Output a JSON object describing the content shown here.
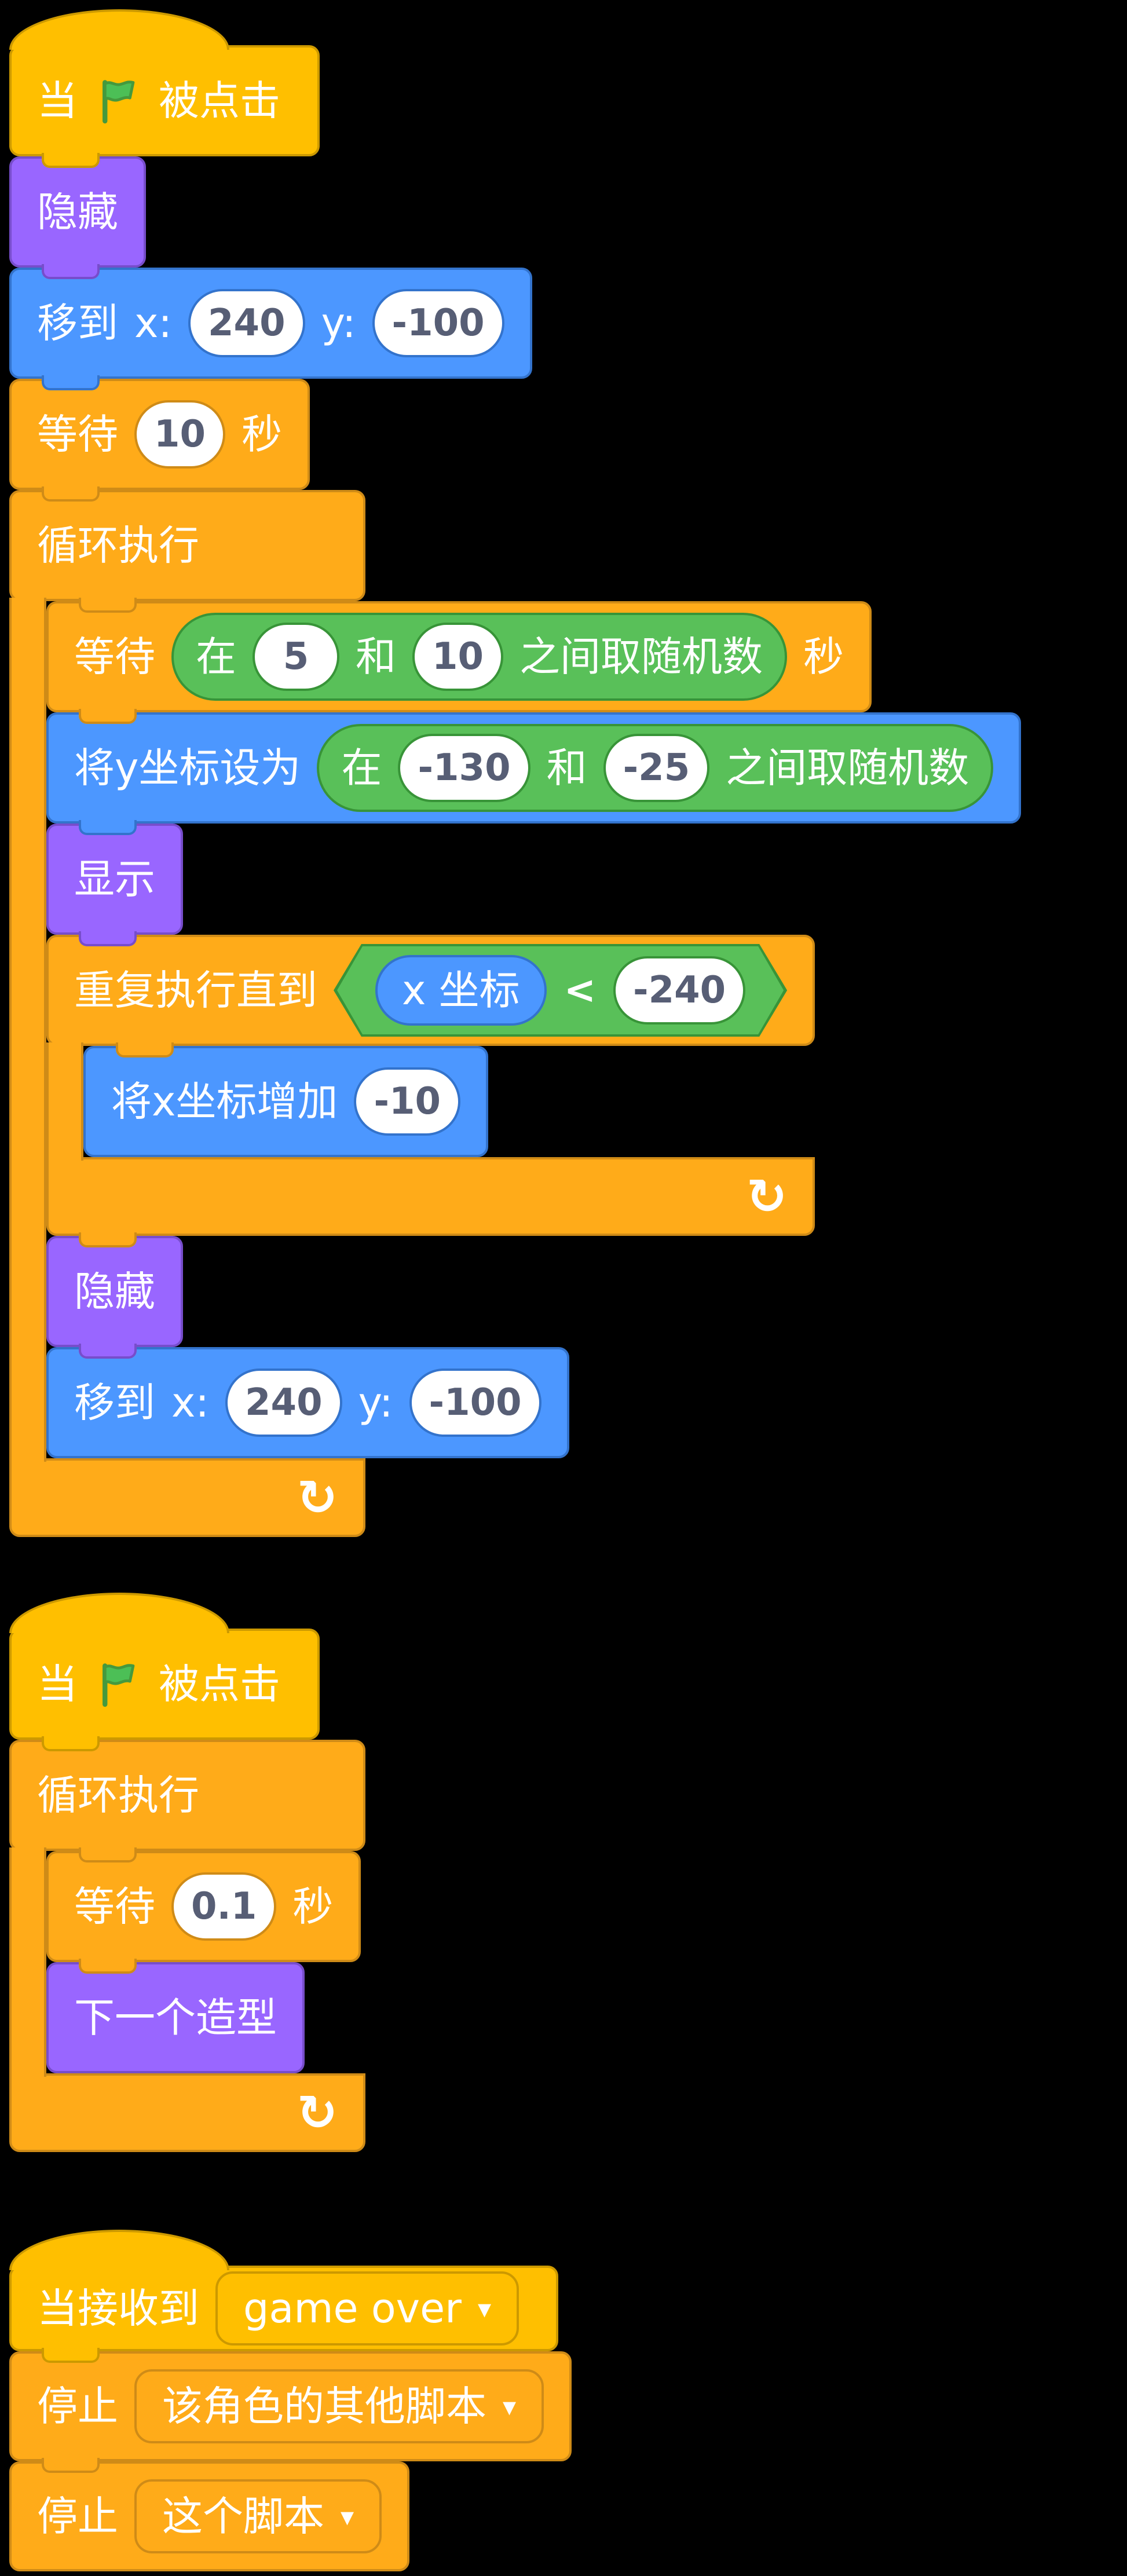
{
  "palette": {
    "events_fill": "#FFBF00",
    "events_stroke": "#CC9900",
    "control_fill": "#FFAB19",
    "control_stroke": "#CF8B17",
    "motion_fill": "#4C97FF",
    "motion_stroke": "#3373CC",
    "looks_fill": "#9966FF",
    "looks_stroke": "#774DCB",
    "operators_fill": "#59C059",
    "operators_stroke": "#389438",
    "input_text": "#575E75",
    "flag_green": "#4CBF56"
  },
  "icons": {
    "loop": "↻",
    "caret": "▾"
  },
  "script1": {
    "hat": {
      "when": "当",
      "clicked": "被点击"
    },
    "hide1": "隐藏",
    "goto1": {
      "label": "移到",
      "xl": "x:",
      "x": "240",
      "yl": "y:",
      "y": "-100"
    },
    "wait1": {
      "wait": "等待",
      "value": "10",
      "sec": "秒"
    },
    "forever": "循环执行",
    "wait2": {
      "wait": "等待",
      "sec": "秒",
      "rand": {
        "in": "在",
        "a": "5",
        "and": "和",
        "b": "10",
        "suffix": "之间取随机数"
      }
    },
    "sety": {
      "label": "将y坐标设为",
      "rand": {
        "in": "在",
        "a": "-130",
        "and": "和",
        "b": "-25",
        "suffix": "之间取随机数"
      }
    },
    "show": "显示",
    "until": {
      "label": "重复执行直到",
      "xpos": "x 坐标",
      "op": "<",
      "value": "-240"
    },
    "changex": {
      "label": "将x坐标增加",
      "value": "-10"
    },
    "hide2": "隐藏",
    "goto2": {
      "label": "移到",
      "xl": "x:",
      "x": "240",
      "yl": "y:",
      "y": "-100"
    }
  },
  "script2": {
    "hat": {
      "when": "当",
      "clicked": "被点击"
    },
    "forever": "循环执行",
    "wait": {
      "wait": "等待",
      "value": "0.1",
      "sec": "秒"
    },
    "next_costume": "下一个造型"
  },
  "script3": {
    "receive": {
      "label": "当接收到",
      "value": "game over"
    },
    "stop1": {
      "label": "停止",
      "value": "该角色的其他脚本"
    },
    "stop2": {
      "label": "停止",
      "value": "这个脚本"
    }
  }
}
